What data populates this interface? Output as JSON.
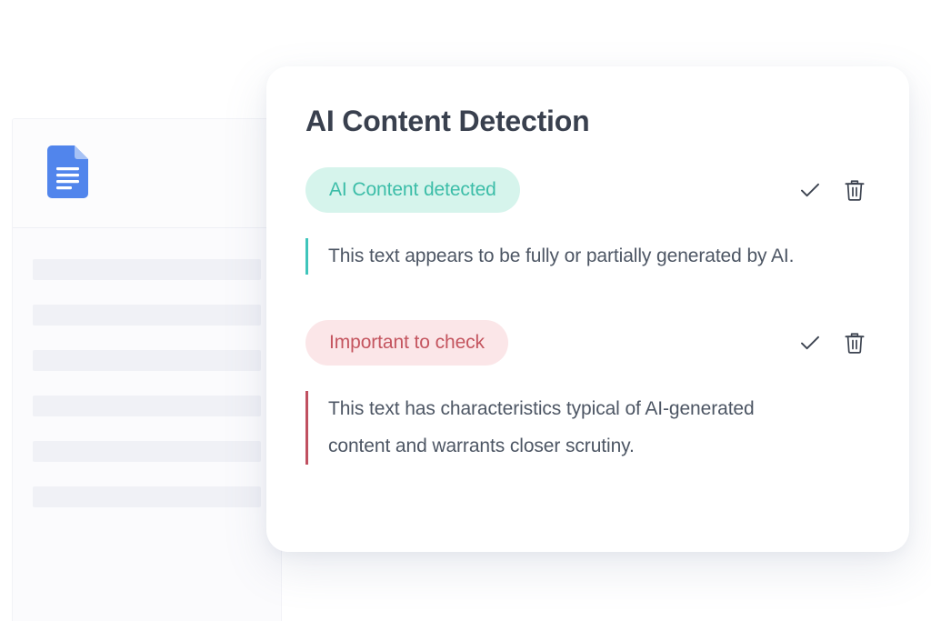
{
  "background_document": {
    "file_icon": "google-docs-file-icon",
    "placeholder_line_count": 6
  },
  "card": {
    "title": "AI Content Detection",
    "findings": [
      {
        "badge_label": "AI Content detected",
        "badge_style": "teal",
        "badge_bg": "#d6f4ec",
        "badge_text_color": "#3cbda8",
        "accent_color": "#3fc5bb",
        "body": "This text appears to be fully or partially generated by AI.",
        "actions": {
          "accept_icon": "check-icon",
          "delete_icon": "trash-icon"
        }
      },
      {
        "badge_label": "Important to check",
        "badge_style": "pink",
        "badge_bg": "#fbe6e8",
        "badge_text_color": "#c4555f",
        "accent_color": "#c05060",
        "body": "This text has characteristics typical of AI-generated content and warrants closer scrutiny.",
        "actions": {
          "accept_icon": "check-icon",
          "delete_icon": "trash-icon"
        }
      }
    ]
  }
}
